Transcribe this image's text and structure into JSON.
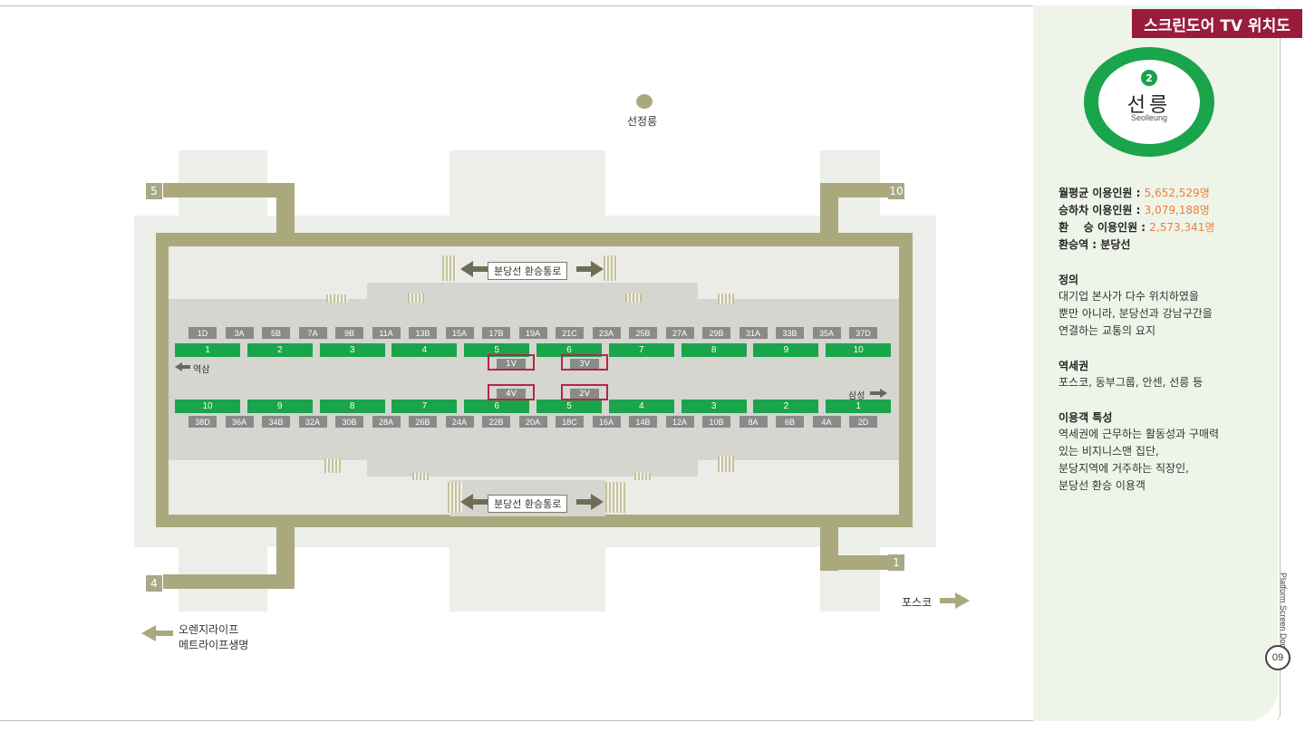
{
  "header": {
    "title": "스크린도어 TV 위치도"
  },
  "station": {
    "line_number": "2",
    "name_ko": "선릉",
    "name_en": "Seolleung"
  },
  "stats": [
    {
      "label": "월평균 이용인원 :",
      "value": "5,652,529명"
    },
    {
      "label": "승하차 이용인원 :",
      "value": "3,079,188명"
    },
    {
      "label": "환    승 이용인원 :",
      "value": "2,573,341명"
    },
    {
      "label": "환승역 : 분당선",
      "value": ""
    }
  ],
  "sections": [
    {
      "title": "정의",
      "lines": [
        "대기업 본사가 다수 위치하였을",
        "뿐만 아니라, 분당선과 강남구간을",
        "연결하는 교통의 요지"
      ]
    },
    {
      "title": "역세권",
      "lines": [
        "포스코, 동부그룹, 안센, 선릉 등"
      ]
    },
    {
      "title": "이용객 특성",
      "lines": [
        "역세권에 근무하는 활동성과 구매력",
        "있는 비지니스맨 집단,",
        "분당지역에 거주하는 직장인,",
        "분당선 환승 이용객"
      ]
    }
  ],
  "footer": {
    "vertical_text": "Platform Screen Door",
    "page_number": "09"
  },
  "map": {
    "landmark_top": "선정릉",
    "transfer_label": "분당선 환승통로",
    "exits": [
      "5",
      "10",
      "4",
      "1"
    ],
    "dir_left": "역삼",
    "dir_right": "삼성",
    "posco": "포스코",
    "bottom_left_line1": "오렌지라이프",
    "bottom_left_line2": "메트라이프생명",
    "top_doors": [
      "1D",
      "3A",
      "5B",
      "7A",
      "9B",
      "11A",
      "13B",
      "15A",
      "17B",
      "19A",
      "21C",
      "23A",
      "25B",
      "27A",
      "29B",
      "31A",
      "33B",
      "35A",
      "37D"
    ],
    "top_cars": [
      "1",
      "2",
      "3",
      "4",
      "5",
      "6",
      "7",
      "8",
      "9",
      "10"
    ],
    "bottom_cars": [
      "10",
      "9",
      "8",
      "7",
      "6",
      "5",
      "4",
      "3",
      "2",
      "1"
    ],
    "bottom_doors": [
      "38D",
      "36A",
      "34B",
      "32A",
      "30B",
      "28A",
      "26B",
      "24A",
      "22B",
      "20A",
      "18C",
      "16A",
      "14B",
      "12A",
      "10B",
      "8A",
      "6B",
      "4A",
      "2D"
    ],
    "tv_upper": [
      "1V",
      "3V"
    ],
    "tv_lower": [
      "4V",
      "2V"
    ]
  },
  "colors": {
    "line2_green": "#1aa44b",
    "title_badge": "#9a1c3c",
    "stat_value": "#e8823a",
    "tv_outline": "#b0284a"
  }
}
